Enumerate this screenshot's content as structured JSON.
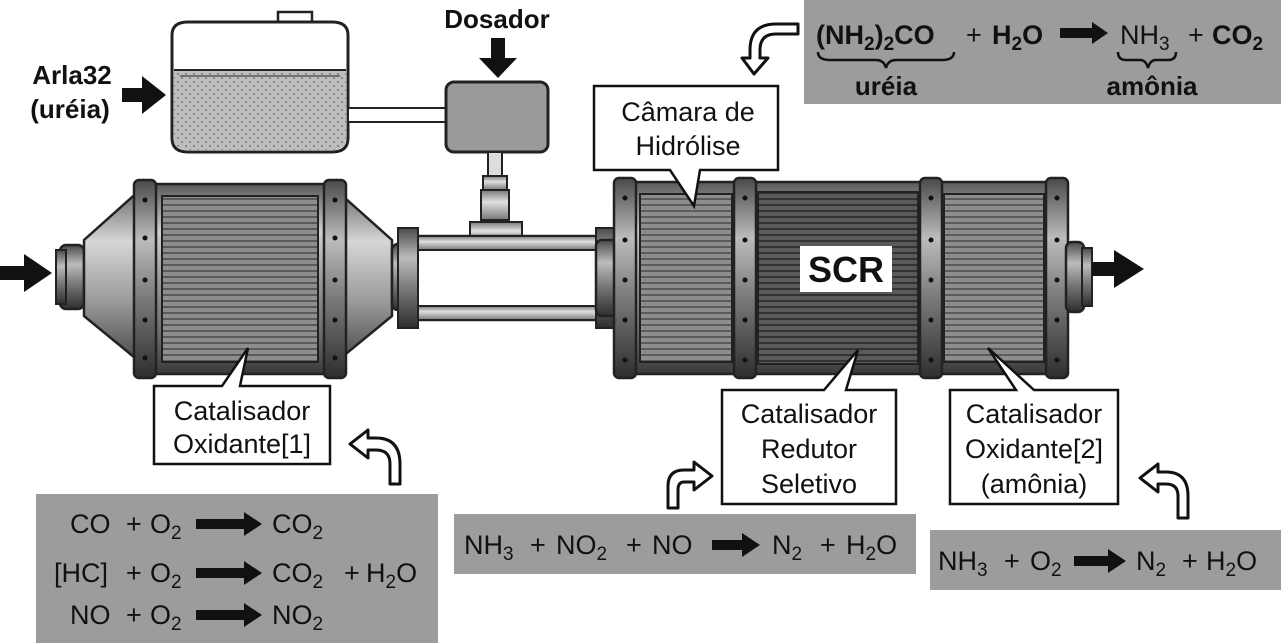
{
  "labels": {
    "arla_line1": "Arla32",
    "arla_line2": "(uréia)",
    "dosador": "Dosador",
    "camara_line1": "Câmara de",
    "camara_line2": "Hidrólise",
    "scr": "SCR",
    "cat_ox1_line1": "Catalisador",
    "cat_ox1_line2": "Oxidante[1]",
    "cat_red_line1": "Catalisador",
    "cat_red_line2": "Redutor",
    "cat_red_line3": "Seletivo",
    "cat_ox2_line1": "Catalisador",
    "cat_ox2_line2": "Oxidante[2]",
    "cat_ox2_line3": "(amônia)"
  },
  "equations": {
    "hydrolysis": {
      "urea_a": "(NH",
      "urea_sub": "2",
      "urea_b": ")",
      "urea_c": "2",
      "urea_d": "CO",
      "plus1": "+",
      "water_a": "H",
      "water_sub": "2",
      "water_b": "O",
      "nh3_a": "NH",
      "nh3_sub": "3",
      "plus2": "+",
      "co2_a": "CO",
      "co2_sub": "2",
      "ureia_label": "uréia",
      "amonia_label": "amônia"
    },
    "oxidant1": {
      "r1_lhs": "CO",
      "r1_plus": "+",
      "r1_o": "O",
      "r1_o_sub": "2",
      "r1_rhs": "CO",
      "r1_rhs_sub": "2",
      "r2_lhs": "[HC]",
      "r2_plus": "+",
      "r2_o": "O",
      "r2_o_sub": "2",
      "r2_rhs": "CO",
      "r2_rhs_sub": "2",
      "r2_plus2": "+",
      "r2_h": "H",
      "r2_h_sub": "2",
      "r2_h_o": "O",
      "r3_lhs": "NO",
      "r3_plus": "+",
      "r3_o": "O",
      "r3_o_sub": "2",
      "r3_rhs": "NO",
      "r3_rhs_sub": "2"
    },
    "reductor": {
      "nh": "NH",
      "nh_sub": "3",
      "plus1": "+",
      "no2": "NO",
      "no2_sub": "2",
      "plus2": "+",
      "no": "NO",
      "n2": "N",
      "n2_sub": "2",
      "plus3": "+",
      "h2o_a": "H",
      "h2o_sub": "2",
      "h2o_b": "O"
    },
    "oxidant2": {
      "nh": "NH",
      "nh_sub": "3",
      "plus1": "+",
      "o": "O",
      "o_sub": "2",
      "n2": "N",
      "n2_sub": "2",
      "plus2": "+",
      "h2o_a": "H",
      "h2o_sub": "2",
      "h2o_b": "O"
    }
  },
  "colors": {
    "box_gray": "#9c9c9c",
    "metal_dark": "#555555",
    "metal_mid": "#8a8a8a",
    "metal_light": "#d0d0d0",
    "scr_dark": "#4a4a4a"
  }
}
